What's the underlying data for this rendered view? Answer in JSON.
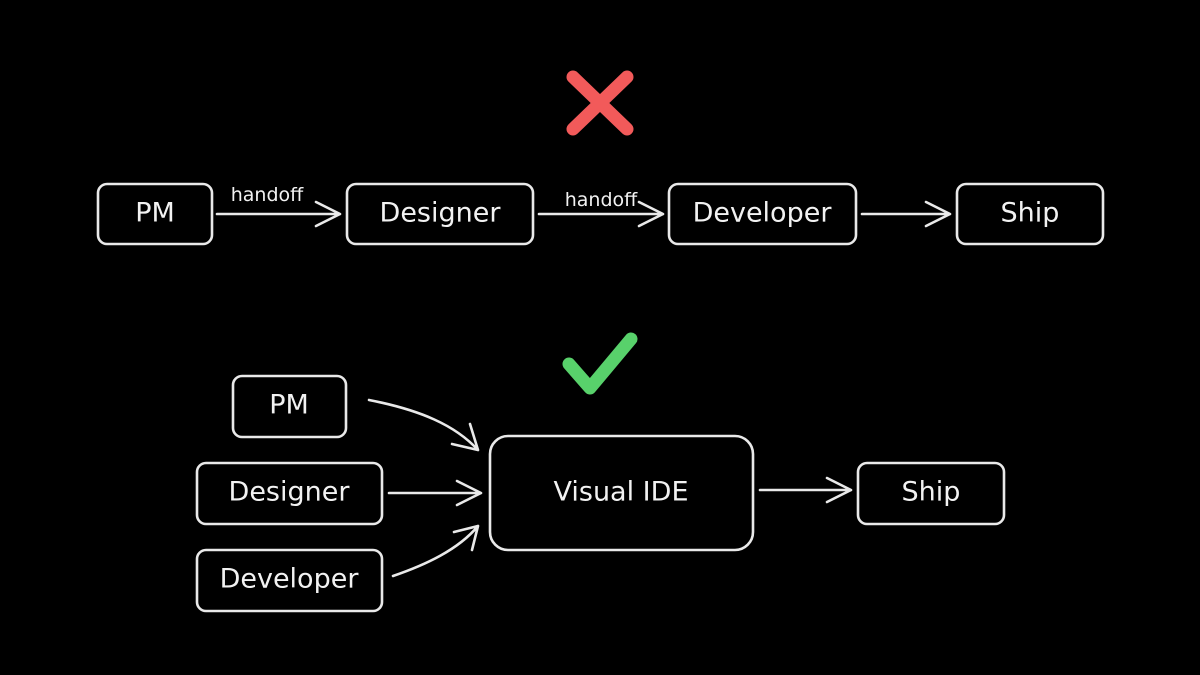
{
  "colors": {
    "background": "#000000",
    "stroke": "#e9e9e9",
    "wrong": "#f25a5a",
    "right": "#58d16b"
  },
  "before": {
    "status_icon": "cross-icon",
    "nodes": [
      "PM",
      "Designer",
      "Developer",
      "Ship"
    ],
    "edges": [
      {
        "from": "PM",
        "to": "Designer",
        "label": "handoff"
      },
      {
        "from": "Designer",
        "to": "Developer",
        "label": "handoff"
      },
      {
        "from": "Developer",
        "to": "Ship",
        "label": ""
      }
    ]
  },
  "after": {
    "status_icon": "checkmark-icon",
    "inputs": [
      "PM",
      "Designer",
      "Developer"
    ],
    "hub": "Visual IDE",
    "output": "Ship"
  }
}
